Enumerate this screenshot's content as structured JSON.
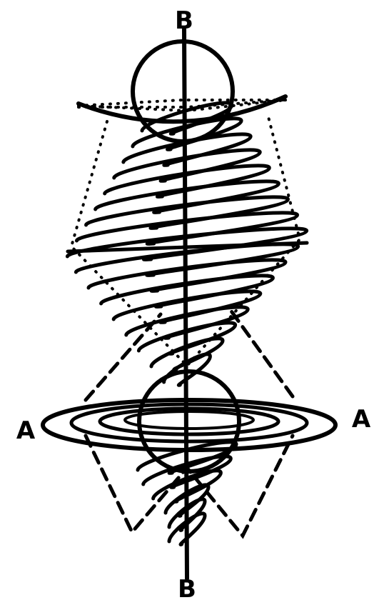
{
  "labels": {
    "top": "B",
    "bottom": "B",
    "left": "A",
    "right": "A"
  },
  "colors": {
    "ink": "#000000",
    "background": "#ffffff"
  }
}
